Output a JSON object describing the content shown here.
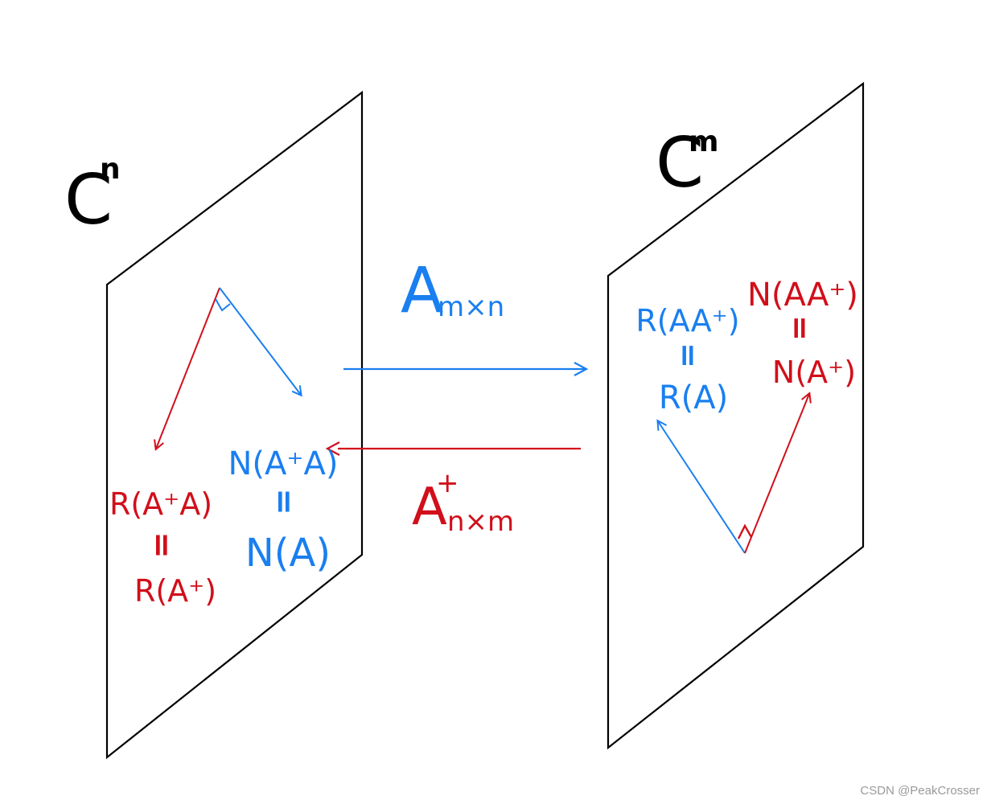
{
  "spaces": {
    "left": {
      "base": "C",
      "sup": "n"
    },
    "right": {
      "base": "C",
      "sup": "m"
    }
  },
  "maps": {
    "forward": {
      "base": "A",
      "sub": "m×n",
      "color": "#1a7ff0"
    },
    "backward": {
      "base": "A",
      "sup": "+",
      "sub": "n×m",
      "color": "#d10f1a"
    }
  },
  "left_plane": {
    "red_stack": {
      "top": "R(A⁺A)",
      "eq": "=",
      "bottom": "R(A⁺)"
    },
    "blue_stack": {
      "top": "N(A⁺A)",
      "eq": "=",
      "bottom": "N(A)"
    }
  },
  "right_plane": {
    "blue_stack": {
      "top": "R(AA⁺)",
      "eq": "=",
      "bottom": "R(A)"
    },
    "red_stack": {
      "top": "N(AA⁺)",
      "eq": "=",
      "bottom": "N(A⁺)"
    }
  },
  "watermark": "CSDN @PeakCrosser",
  "colors": {
    "blue": "#1a7ff0",
    "red": "#d10f1a",
    "black": "#000000"
  }
}
